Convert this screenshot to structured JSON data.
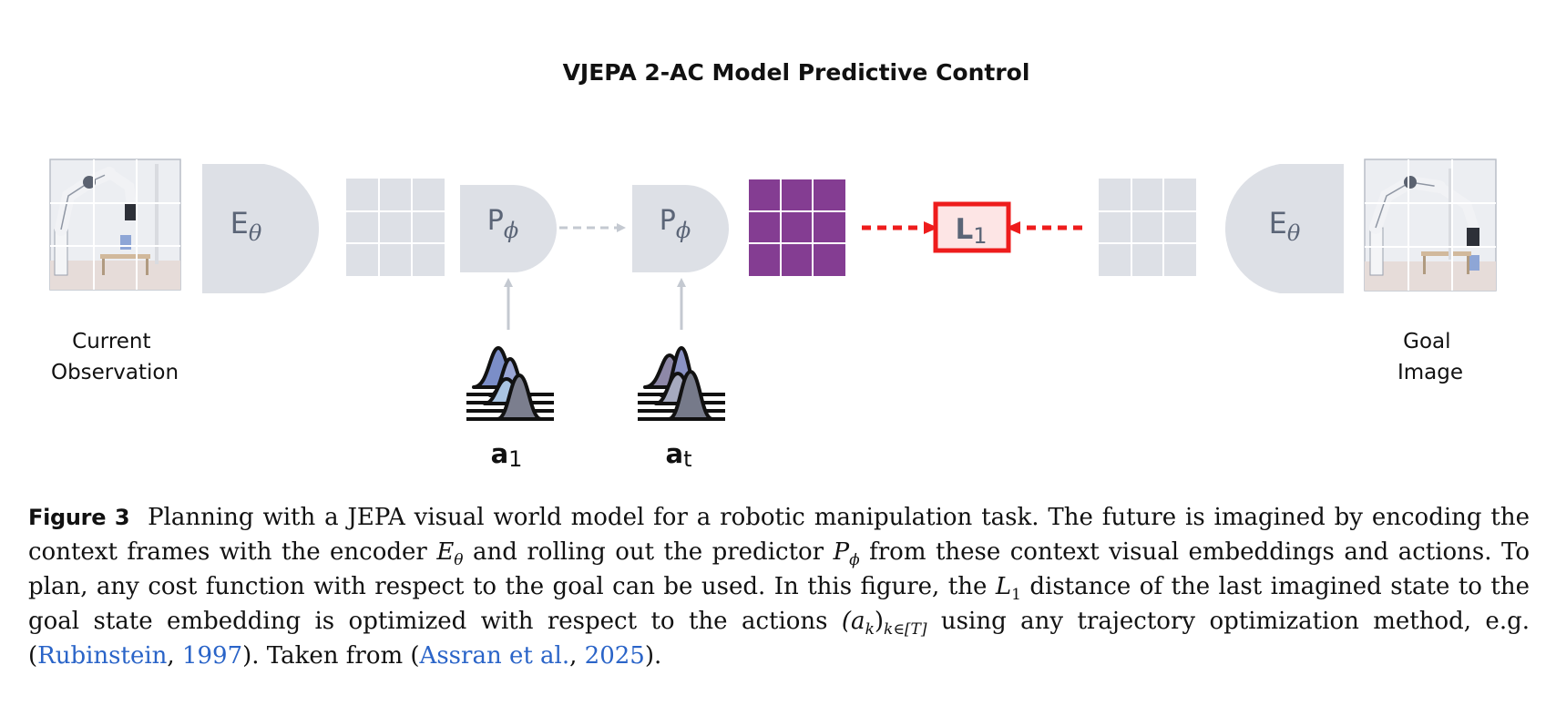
{
  "figure": {
    "title": "VJEPA 2-AC Model Predictive Control",
    "encoder_left": {
      "base": "E",
      "sub": "θ"
    },
    "encoder_right": {
      "base": "E",
      "sub": "θ"
    },
    "predictor_1": {
      "base": "P",
      "sub": "ϕ"
    },
    "predictor_2": {
      "base": "P",
      "sub": "ϕ"
    },
    "loss": {
      "base": "L",
      "sub": "1"
    },
    "action_1": {
      "base": "a",
      "sub": "1"
    },
    "action_t": {
      "base": "a",
      "sub": "t"
    },
    "label_current": [
      "Current",
      "Observation"
    ],
    "label_goal": [
      "Goal",
      "Image"
    ],
    "colors": {
      "block_gray": "#dde0e6",
      "embedding_purple": "#843d92",
      "loss_red": "#ee1c1c",
      "loss_fill": "#fde5e5",
      "arrow_gray": "#c4c9d1",
      "text_gray": "#5b6577"
    }
  },
  "caption": {
    "label": "Figure 3",
    "text_1": "Planning with a JEPA visual world model for a robotic manipulation task. The future is imagined by encoding the context frames with the encoder ",
    "sym_E": "E",
    "sym_theta": "θ",
    "text_2": " and rolling out the predictor ",
    "sym_P": "P",
    "sym_phi": "ϕ",
    "text_3": " from these context visual embeddings and actions. To plan, any cost function with respect to the goal can be used. In this figure, the ",
    "sym_L": "L",
    "sym_1": "1",
    "text_4": " distance of the last imagined state to the goal state embedding is optimized with respect to the actions ",
    "sym_actions": "(a",
    "sym_k": "k",
    "sym_close": ")",
    "sym_range": "k∈[T]",
    "text_5": " using any trajectory optimization method, e.g. (",
    "ref1_author": "Rubinstein",
    "ref1_sep": ", ",
    "ref1_year": "1997",
    "text_6": "). Taken from (",
    "ref2_author": "Assran et al.",
    "ref2_sep": ", ",
    "ref2_year": "2025",
    "text_7": ")."
  }
}
